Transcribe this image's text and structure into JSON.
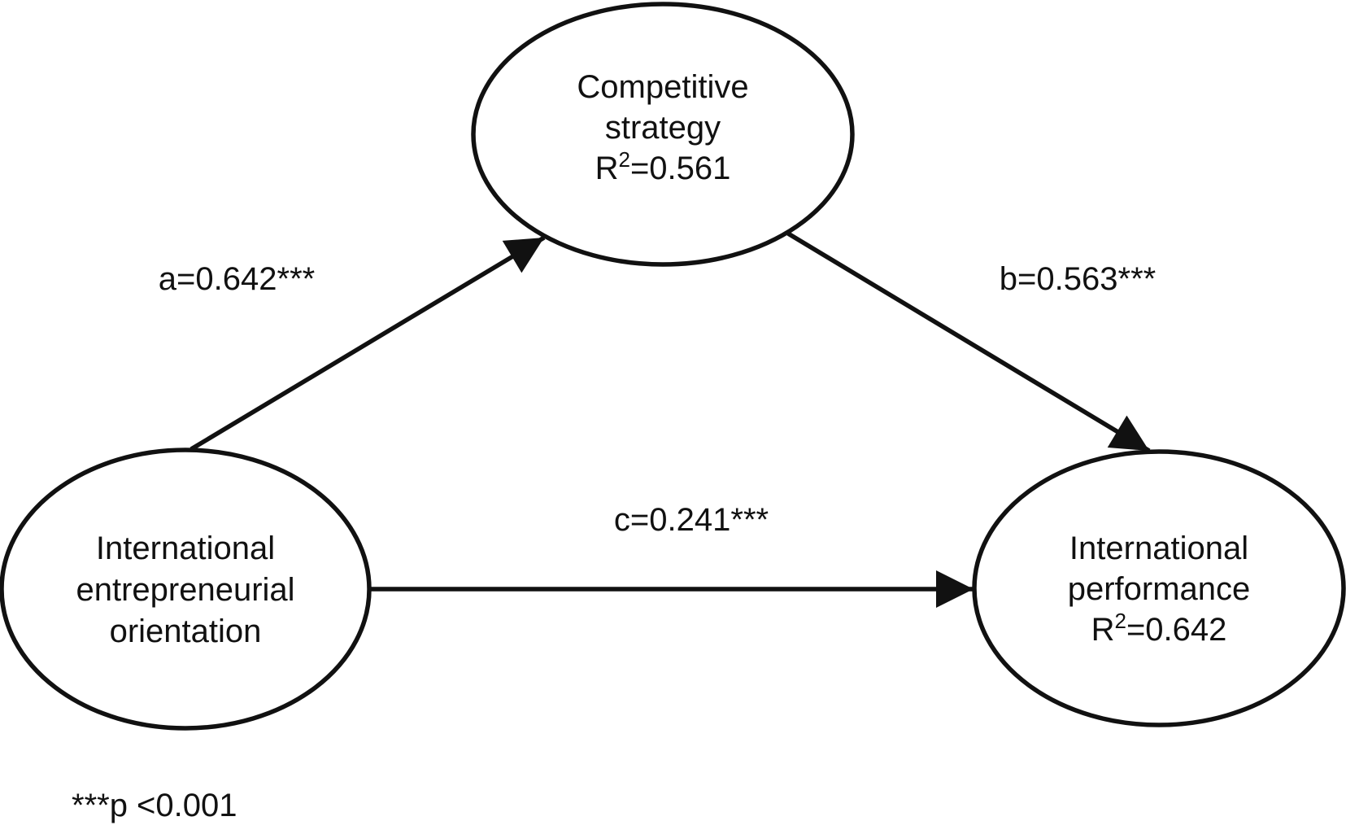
{
  "figure": {
    "type": "mediation-path-diagram",
    "colors": {
      "ink": "#111111",
      "background": "#ffffff"
    },
    "nodes": {
      "competitive_strategy": {
        "line1": "Competitive",
        "line2": "strategy",
        "r2_base": "R",
        "r2_sup": "2",
        "r2_rest": "=0.561"
      },
      "international_entrepreneurial_orientation": {
        "line1": "International",
        "line2": "entrepreneurial",
        "line3": "orientation"
      },
      "international_performance": {
        "line1": "International",
        "line2": "performance",
        "r2_base": "R",
        "r2_sup": "2",
        "r2_rest": "=0.642"
      }
    },
    "paths": {
      "a": {
        "label": "a=0.642***",
        "from": "international_entrepreneurial_orientation",
        "to": "competitive_strategy"
      },
      "b": {
        "label": "b=0.563***",
        "from": "competitive_strategy",
        "to": "international_performance"
      },
      "c": {
        "label": "c=0.241***",
        "from": "international_entrepreneurial_orientation",
        "to": "international_performance"
      }
    },
    "footnote": "***p <0.001"
  }
}
